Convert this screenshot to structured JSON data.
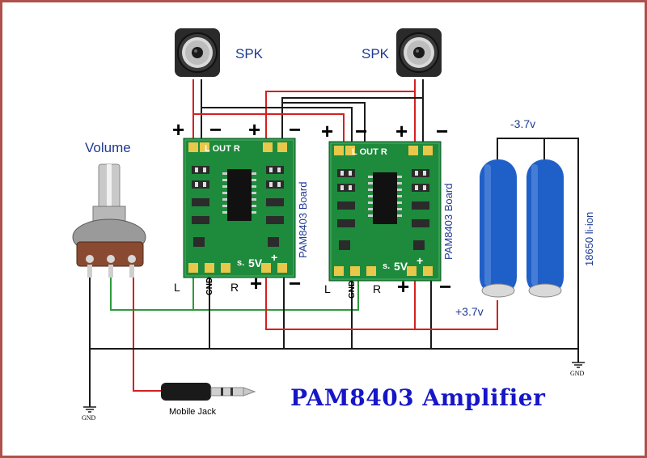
{
  "speakers": [
    {
      "label": "SPK"
    },
    {
      "label": "SPK"
    }
  ],
  "volume_label": "Volume",
  "boards": [
    {
      "label": "PAM8403 Board",
      "out_label": "L OUT R",
      "power_label": "5V",
      "s_label": "s.",
      "pins": [
        "L",
        "GND",
        "R"
      ]
    },
    {
      "label": "PAM8403 Board",
      "out_label": "L OUT R",
      "power_label": "5V",
      "s_label": "s.",
      "pins": [
        "L",
        "GND",
        "R"
      ]
    }
  ],
  "top_polarity": [
    "+",
    "−",
    "+",
    "−",
    "+",
    "−",
    "+",
    "−"
  ],
  "bottom_polarity": [
    "+",
    "−",
    "+",
    "−"
  ],
  "battery": {
    "neg_label": "-3.7v",
    "pos_label": "+3.7v",
    "type_label": "18650 li-ion"
  },
  "gnd_labels": [
    "GND",
    "GND"
  ],
  "jack_label": "Mobile Jack",
  "title": "PAM8403 Amplifier",
  "colors": {
    "red_wire": "#d42020",
    "black_wire": "#1a1a1a",
    "green_wire": "#2e9a3a",
    "pcb": "#1e8a3c",
    "battery": "#1f5fc8",
    "border": "#b0504a"
  }
}
